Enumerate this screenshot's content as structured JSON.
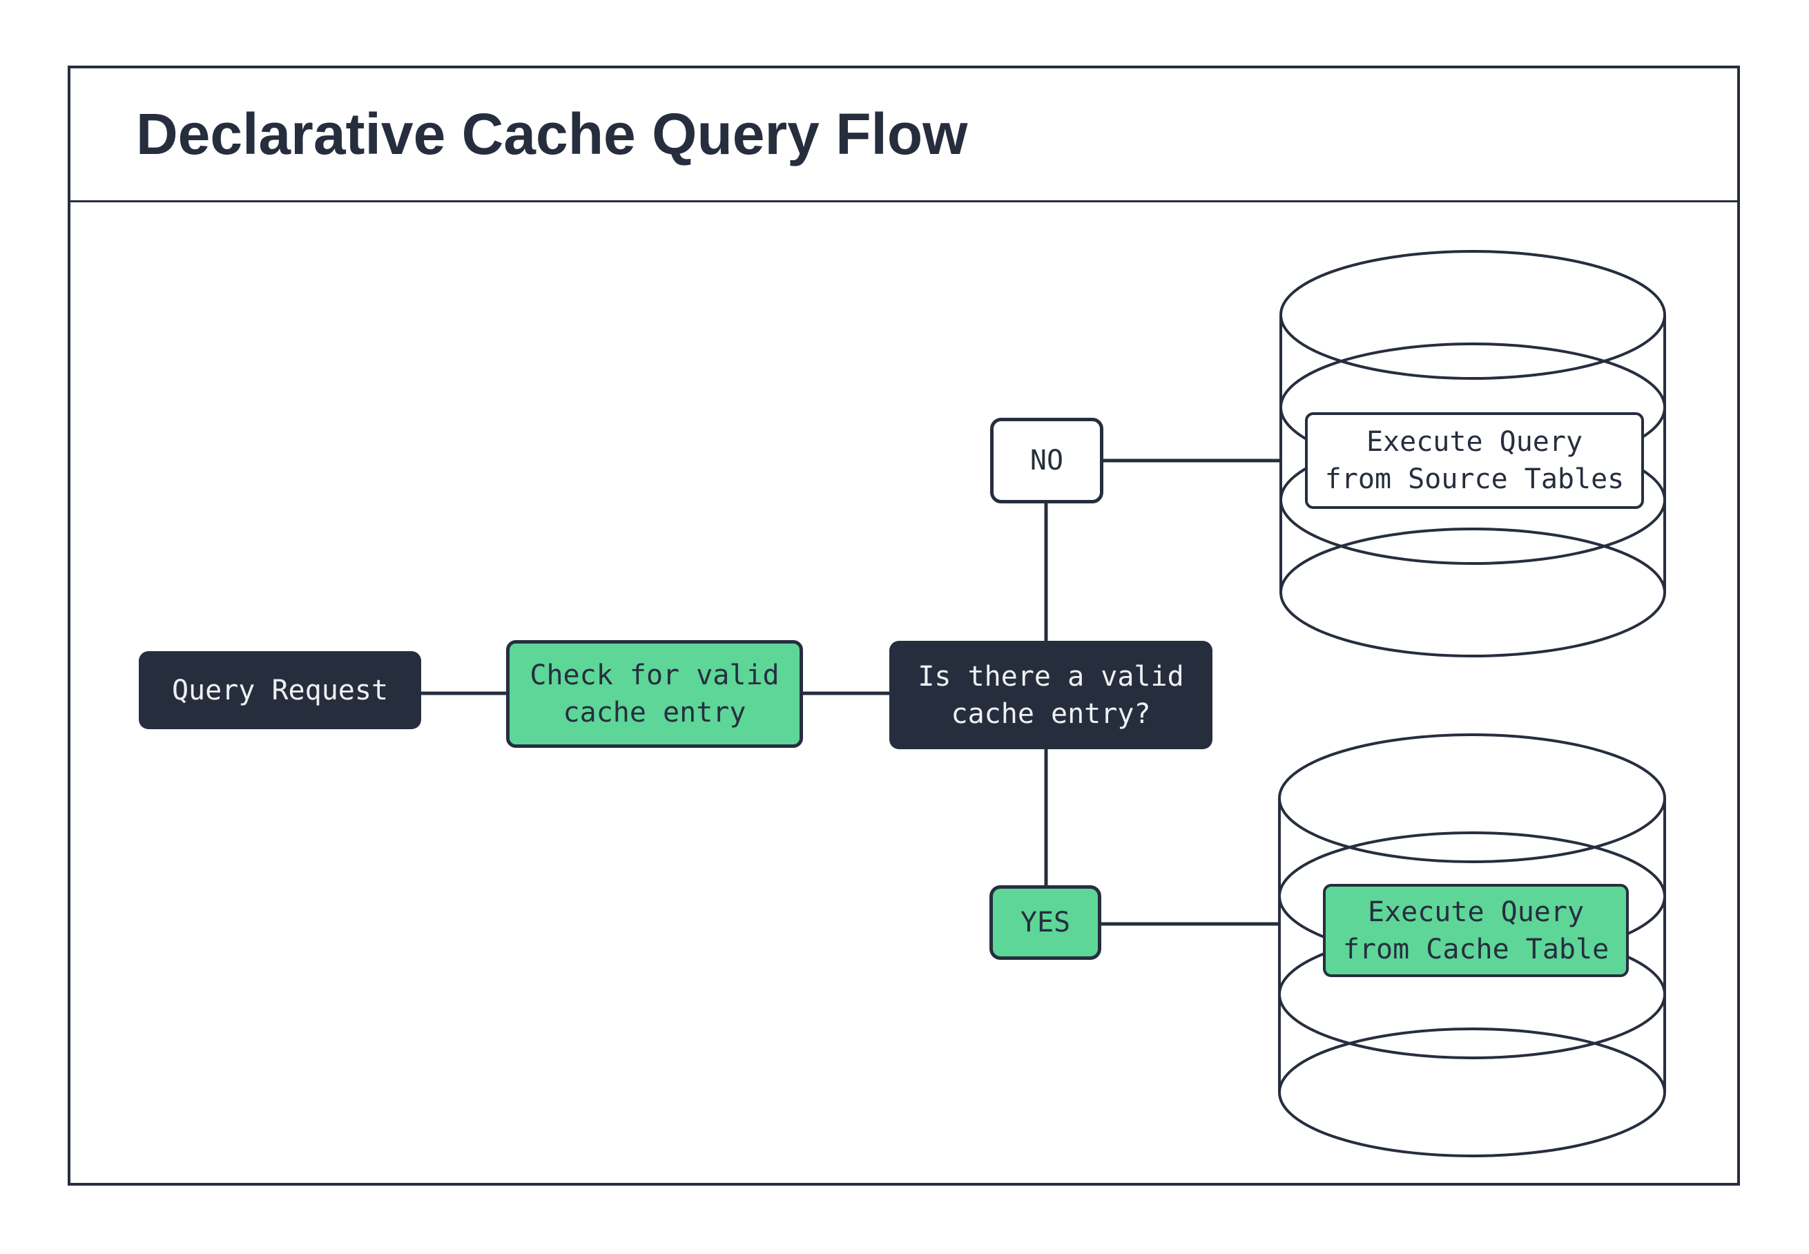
{
  "title": "Declarative Cache Query Flow",
  "colors": {
    "dark_navy": "#262e3e",
    "green": "#5dd698",
    "light_text": "#eef0f2",
    "background": "#ffffff"
  },
  "nodes": {
    "query_request": {
      "label": "Query Request"
    },
    "check_cache": {
      "label": "Check for valid\ncache entry"
    },
    "decision": {
      "label": "Is there a valid\ncache entry?"
    },
    "no_branch": {
      "label": "NO"
    },
    "yes_branch": {
      "label": "YES"
    },
    "source_db": {
      "label": "Execute Query\nfrom Source Tables"
    },
    "cache_db": {
      "label": "Execute Query\nfrom Cache Table"
    }
  },
  "icons": {
    "source_database": "database-cylinder",
    "cache_database": "database-cylinder"
  }
}
